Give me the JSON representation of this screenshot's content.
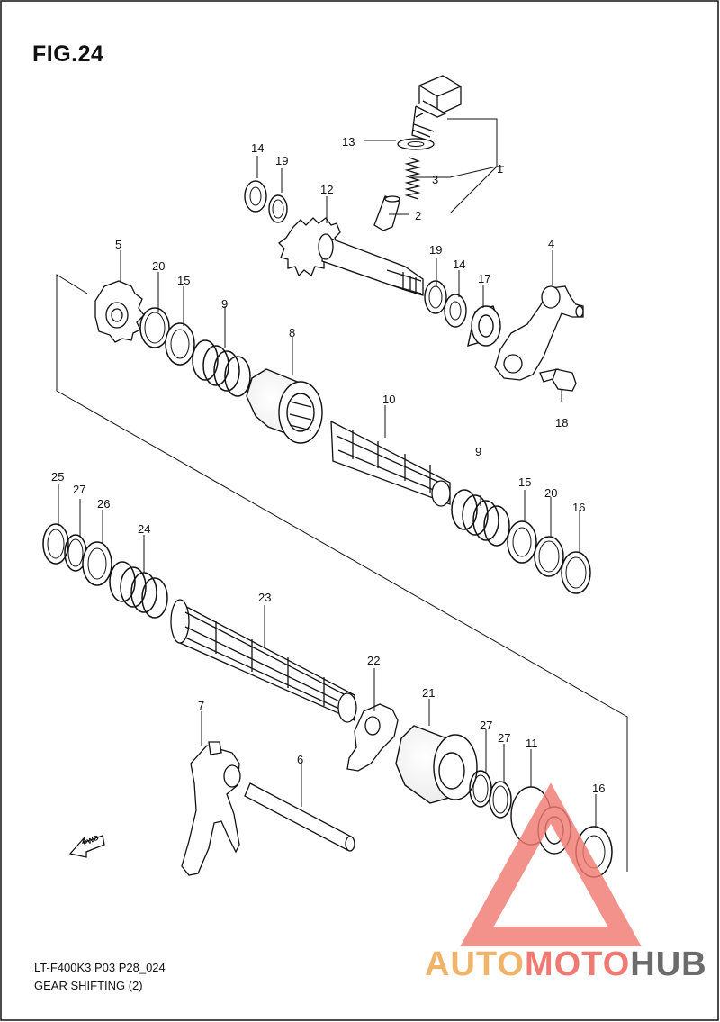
{
  "figure": {
    "title": "FIG.24",
    "model_code": "LT-F400K3 P03 P28_024",
    "section": "GEAR SHIFTING (2)"
  },
  "direction_tag": "FWD",
  "callouts": [
    "1",
    "2",
    "3",
    "4",
    "5",
    "6",
    "7",
    "8",
    "9",
    "9",
    "10",
    "11",
    "12",
    "13",
    "14",
    "14",
    "15",
    "15",
    "16",
    "16",
    "17",
    "18",
    "19",
    "19",
    "20",
    "20",
    "21",
    "22",
    "23",
    "24",
    "25",
    "26",
    "27",
    "27",
    "27"
  ],
  "watermark": {
    "part1": "AUTO",
    "part2": "MOTO",
    "part3": "HUB",
    "colors": {
      "auto": "#f0b36a",
      "moto": "#f07a72",
      "hub": "#6b6b6b",
      "triangle": "#f07a72"
    }
  }
}
